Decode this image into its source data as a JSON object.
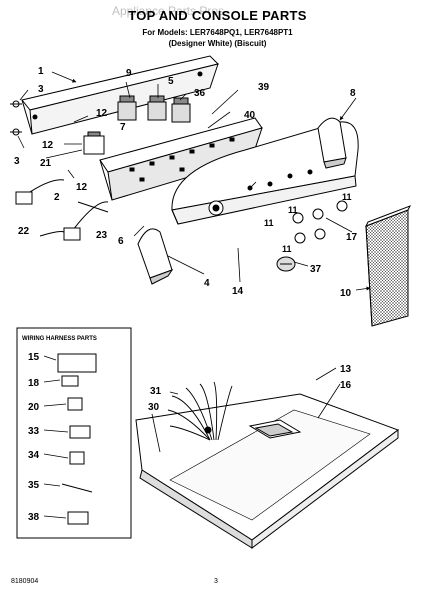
{
  "watermark": "Appliance Parts Pros",
  "header": {
    "title": "TOP AND CONSOLE PARTS",
    "models": "For Models: LER7648PQ1, LER7648PT1",
    "finishes": "(Designer White)   (Biscuit)"
  },
  "footer": {
    "doc_number": "8180904",
    "page_number": "3"
  },
  "harness_box": {
    "title": "WIRING HARNESS PARTS",
    "parts": [
      "15",
      "18",
      "20",
      "33",
      "34",
      "35",
      "38"
    ]
  },
  "callouts": {
    "p1": "1",
    "p3a": "3",
    "p3b": "3",
    "p12a": "12",
    "p12b": "12",
    "p12c": "12",
    "p21": "21",
    "p2": "2",
    "p22": "22",
    "p23": "23",
    "p9": "9",
    "p5": "5",
    "p36": "36",
    "p7": "7",
    "p39": "39",
    "p40": "40",
    "p8": "8",
    "p6": "6",
    "p4": "4",
    "p14": "14",
    "p11a": "11",
    "p11b": "11",
    "p11c": "11",
    "p11d": "11",
    "p17": "17",
    "p37": "37",
    "p10": "10",
    "p13": "13",
    "p16": "16",
    "p31": "31",
    "p30": "30"
  }
}
